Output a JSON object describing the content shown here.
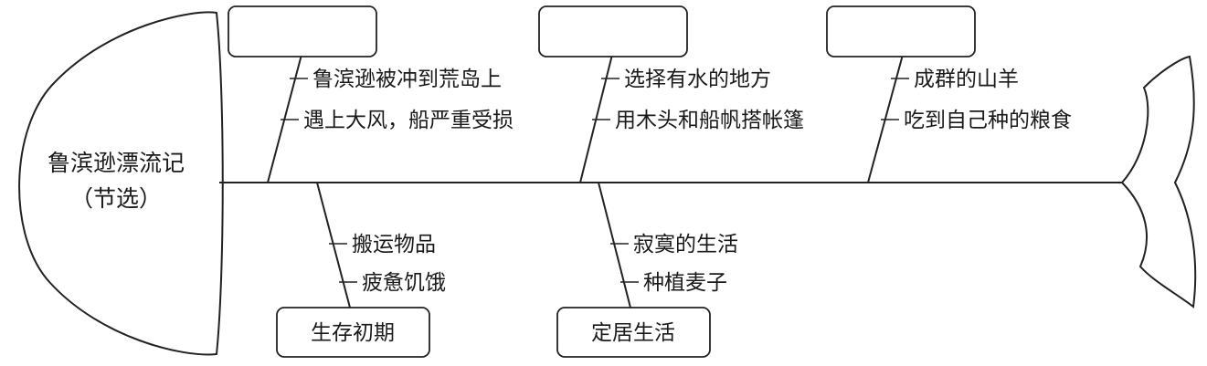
{
  "head": {
    "title": "鲁滨逊漂流记",
    "subtitle": "（节选）"
  },
  "top_bones": [
    {
      "label": "",
      "items": [
        "鲁滨逊被冲到荒岛上",
        "遇上大风，船严重受损"
      ]
    },
    {
      "label": "",
      "items": [
        "选择有水的地方",
        "用木头和船帆搭帐篷"
      ]
    },
    {
      "label": "",
      "items": [
        "成群的山羊",
        "吃到自己种的粮食"
      ]
    }
  ],
  "bottom_bones": [
    {
      "label": "生存初期",
      "items": [
        "搬运物品",
        "疲惫饥饿"
      ]
    },
    {
      "label": "定居生活",
      "items": [
        "寂寞的生活",
        "种植麦子"
      ]
    }
  ]
}
